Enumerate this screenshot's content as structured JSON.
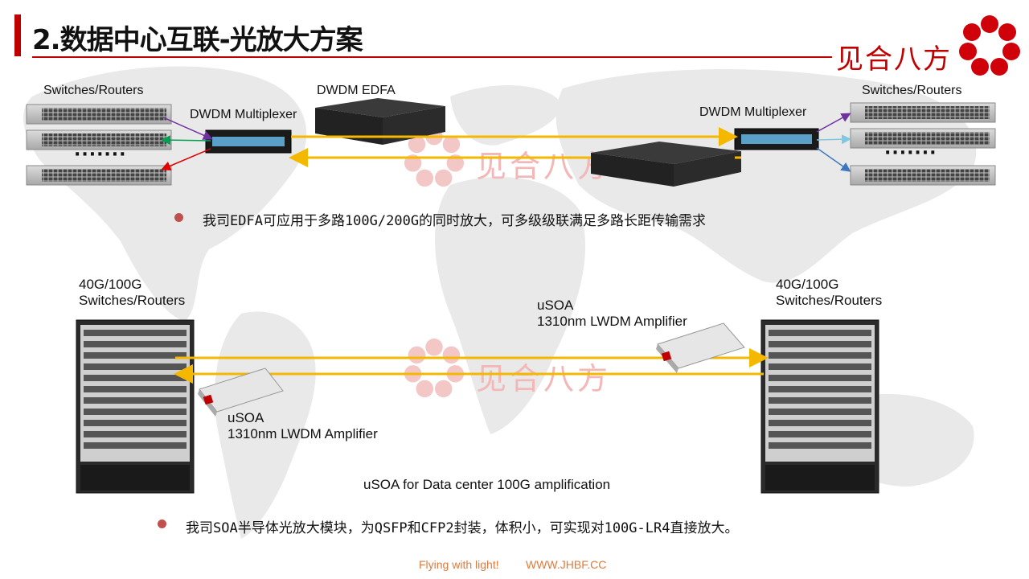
{
  "slide": {
    "title": "2.数据中心互联-光放大方案",
    "brand": "见合八方",
    "watermark": "见合八方"
  },
  "top_diagram": {
    "left_switches_label": "Switches/Routers",
    "left_mux_label": "DWDM Multiplexer",
    "edfa_label": "DWDM EDFA",
    "right_mux_label": "DWDM Multiplexer",
    "right_switches_label": "Switches/Routers",
    "ellipsis": "·······",
    "bullet": "我司EDFA可应用于多路100G/200G的同时放大，可多级级联满足多路长距传输需求"
  },
  "bottom_diagram": {
    "left_label_line1": "40G/100G",
    "left_label_line2": "Switches/Routers",
    "right_label_line1": "40G/100G",
    "right_label_line2": "Switches/Routers",
    "usoa_top_line1": "uSOA",
    "usoa_top_line2": "1310nm LWDM Amplifier",
    "usoa_bottom_line1": "uSOA",
    "usoa_bottom_line2": "1310nm LWDM Amplifier",
    "caption": "uSOA for Data center 100G amplification",
    "bullet": "我司SOA半导体光放大模块，为QSFP和CFP2封装，体积小，可实现对100G-LR4直接放大。"
  },
  "footer": {
    "slogan": "Flying with light!",
    "website": "WWW.JHBF.CC"
  },
  "colors": {
    "accent_red": "#c00000",
    "arrow_yellow": "#f5b800",
    "footer_orange": "#e07a3a",
    "bullet_red": "#c0504d"
  },
  "icons": [
    "brand-flower-logo-icon",
    "bullet-dot-icon",
    "switch-device-icon",
    "mux-device-icon",
    "edfa-device-icon",
    "chassis-device-icon",
    "usoa-module-icon"
  ]
}
